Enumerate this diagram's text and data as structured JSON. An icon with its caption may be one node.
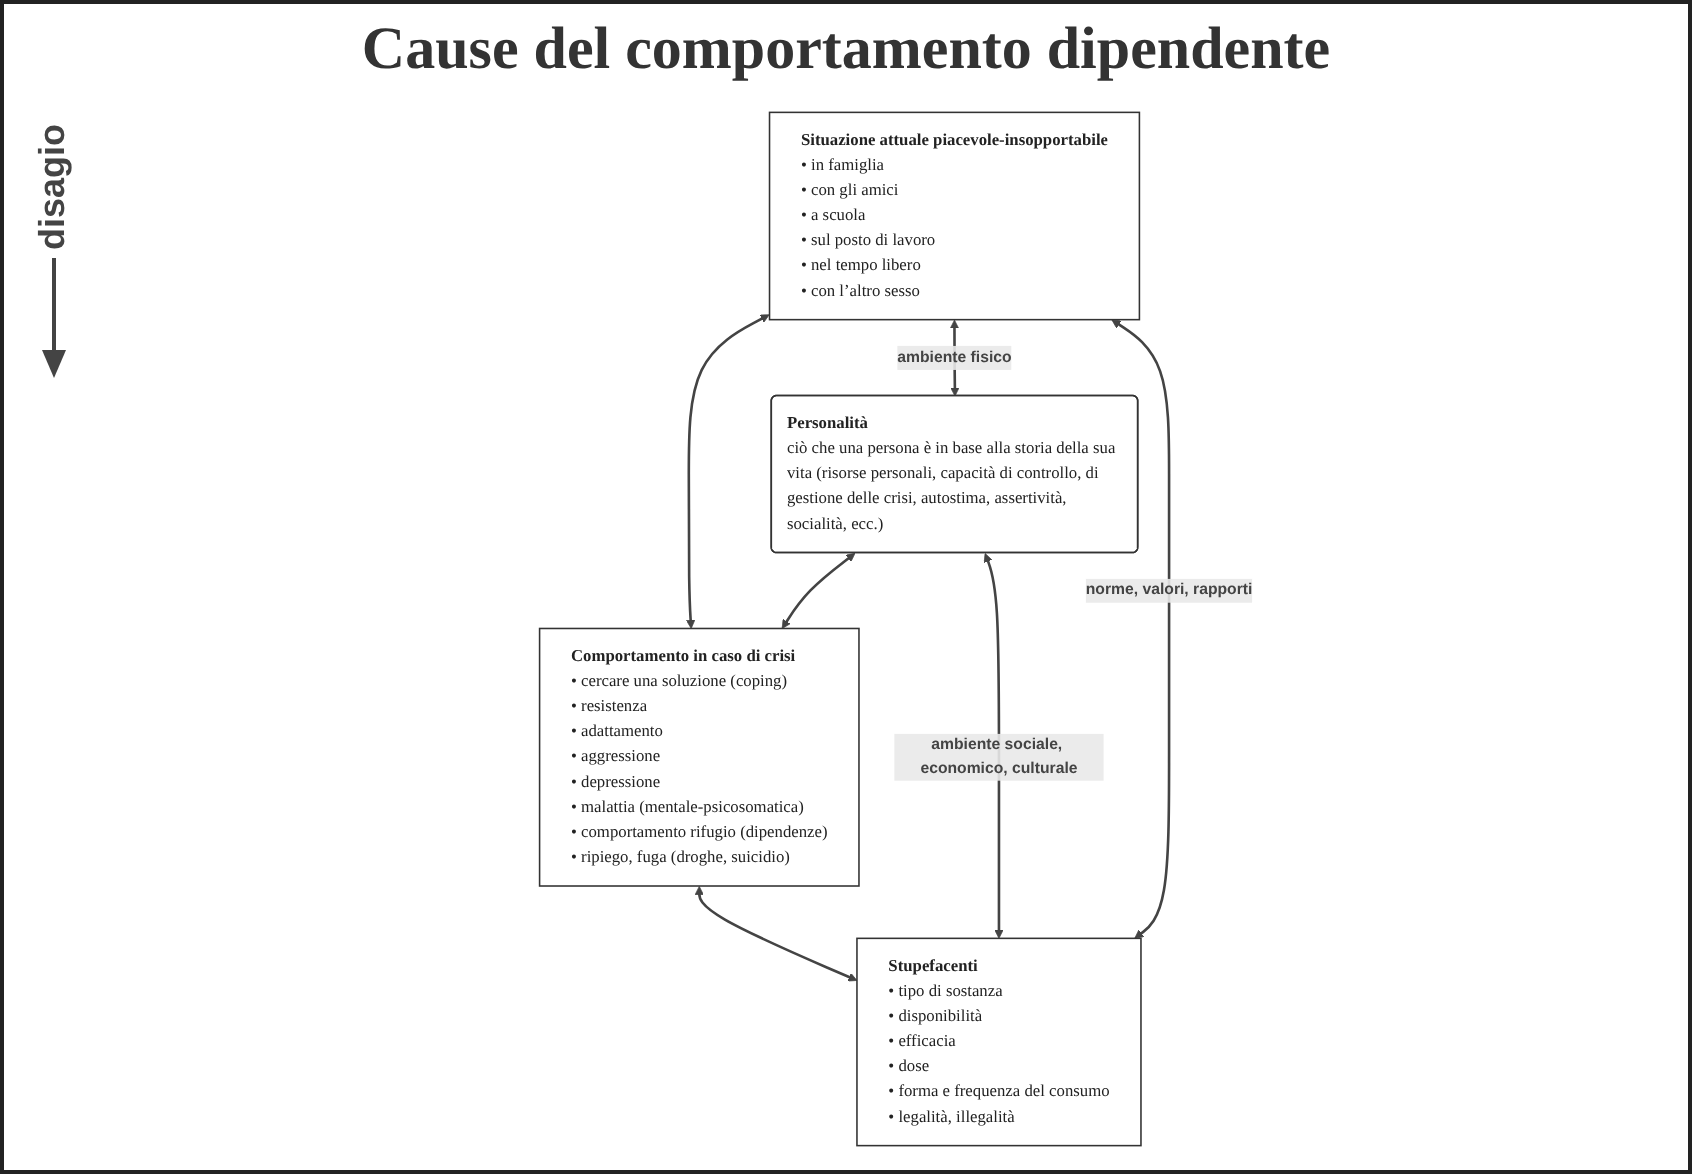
{
  "diagram": {
    "title": "Cause del comportamento dipendente",
    "nodes": [
      {
        "text": [
          "Personalità",
          "ciò che una persona è in base alla storia della sua vita (risorse personali, capacità di controllo, di gestione delle crisi, autostima, assertività, socialità, ecc.)"
        ]
      },
      {
        "text": [
          "Comportamento in caso di crisi",
          "• cercare una soluzione (coping)",
          "• resistenza",
          "• adattamento",
          "• aggressione",
          "• depressione",
          "• malattia (mentale-psicosomatica)",
          "• comportamento rifugio (dipendenze)",
          "• ripiego, fuga (droghe, suicidio)"
        ]
      },
      {
        "text": [
          "Situazione attuale piacevole-insopportabile",
          "• in famiglia",
          "• con gli amici",
          "• a scuola",
          "• sul posto di lavoro",
          "• nel tempo libero",
          "• con l’altro sesso"
        ]
      },
      {
        "text": [
          "Stupefacenti",
          "• tipo di sostanza",
          "• disponibilità",
          "• efficacia",
          "• dose",
          "• forma e frequenza del consumo",
          "• legalità, illegalità"
        ]
      }
    ],
    "edges": [
      {
        "from": 0,
        "to": 1,
        "arrow": "both"
      },
      {
        "from": 2,
        "to": 1,
        "arrow": "both"
      },
      {
        "from": 1,
        "to": 3,
        "arrow": "both"
      },
      {
        "from": 2,
        "to": 0,
        "arrow": "both",
        "label": "ambiente fisico"
      },
      {
        "from": 0,
        "to": 3,
        "arrow": "both",
        "label": "ambiente sociale, economico, culturale"
      },
      {
        "from": 2,
        "to": 3,
        "arrow": "both",
        "label": "norme, valori, rapporti"
      }
    ],
    "labels": [
      "disagio"
    ]
  }
}
